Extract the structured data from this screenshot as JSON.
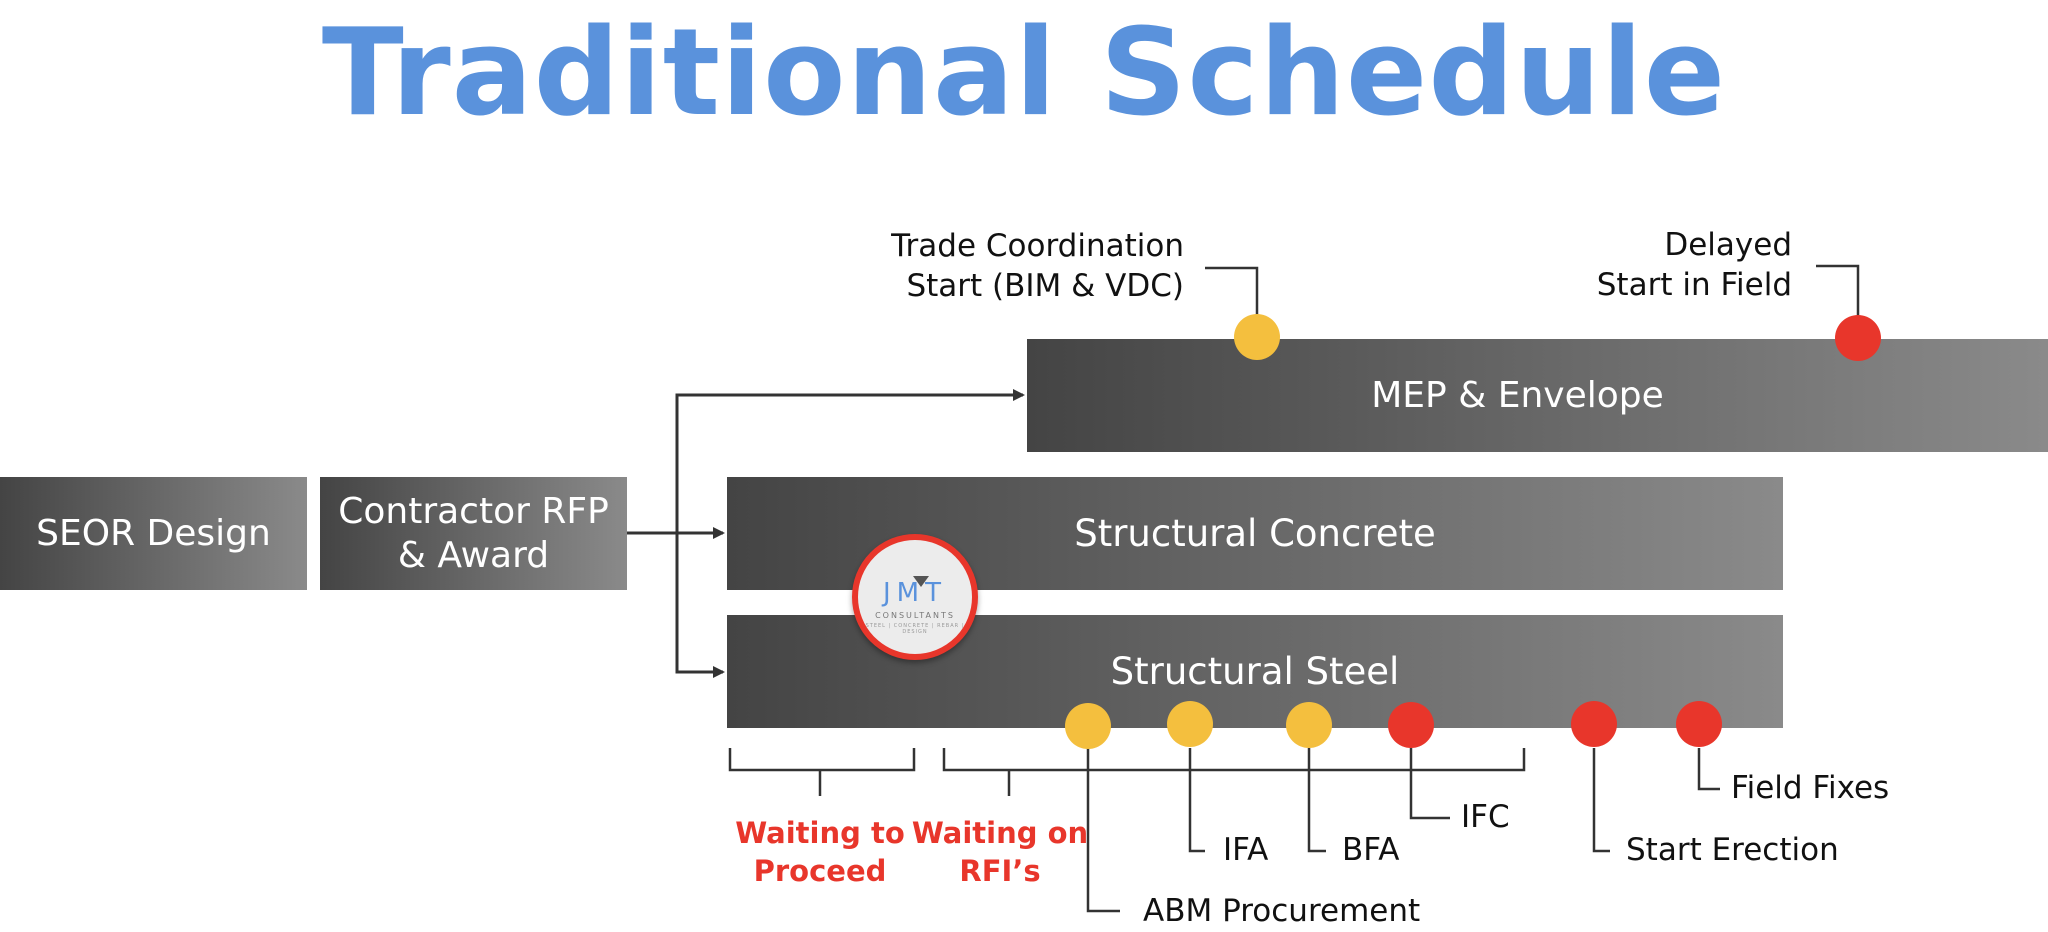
{
  "title": "Traditional Schedule",
  "bars": {
    "mep": "MEP & Envelope",
    "concrete": "Structural Concrete",
    "steel": "Structural Steel",
    "seor": "SEOR Design",
    "rfp_line1": "Contractor RFP",
    "rfp_line2": "& Award"
  },
  "milestones": {
    "trade_line1": "Trade Coordination",
    "trade_line2": "Start (BIM & VDC)",
    "delayed_line1": "Delayed",
    "delayed_line2": "Start in Field",
    "abm": "ABM Procurement",
    "ifa": "IFA",
    "bfa": "BFA",
    "ifc": "IFC",
    "start_erection": "Start Erection",
    "field_fixes": "Field Fixes"
  },
  "waiting": {
    "proceed_line1": "Waiting to",
    "proceed_line2": "Proceed",
    "rfi_line1": "Waiting on",
    "rfi_line2": "RFI’s"
  },
  "logo": {
    "letters": "JMT",
    "name": "CONSULTANTS",
    "tagline": "STEEL | CONCRETE | REBAR | DESIGN"
  },
  "colors": {
    "title": "#5a92dc",
    "milestone_yellow": "#f4bf3e",
    "milestone_red": "#e8362b",
    "waiting_text": "#e8362b",
    "bar_dark": "#444444",
    "bar_light": "#8a8a8a"
  }
}
